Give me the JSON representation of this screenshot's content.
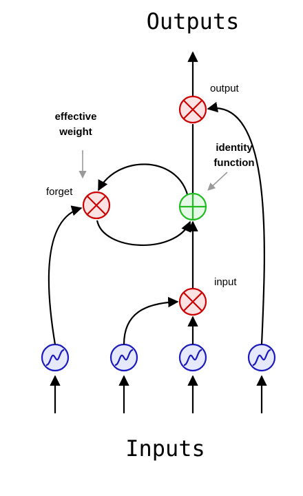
{
  "title_top": "Outputs",
  "title_bottom": "Inputs",
  "labels": {
    "output": "output",
    "forget": "forget",
    "input": "input"
  },
  "annotations": {
    "effective_weight": [
      "effective",
      "weight"
    ],
    "identity_function": [
      "identity",
      "function"
    ]
  },
  "colors": {
    "multiply_gate": "#cc0000",
    "multiply_fill": "#fbe3e3",
    "adder": "#22bb22",
    "adder_fill": "#e6f8e6",
    "sigmoid": "#1a1abf",
    "sigmoid_fill": "#e6e8fb",
    "wire": "#000000",
    "pointer": "#9a9a9a"
  }
}
